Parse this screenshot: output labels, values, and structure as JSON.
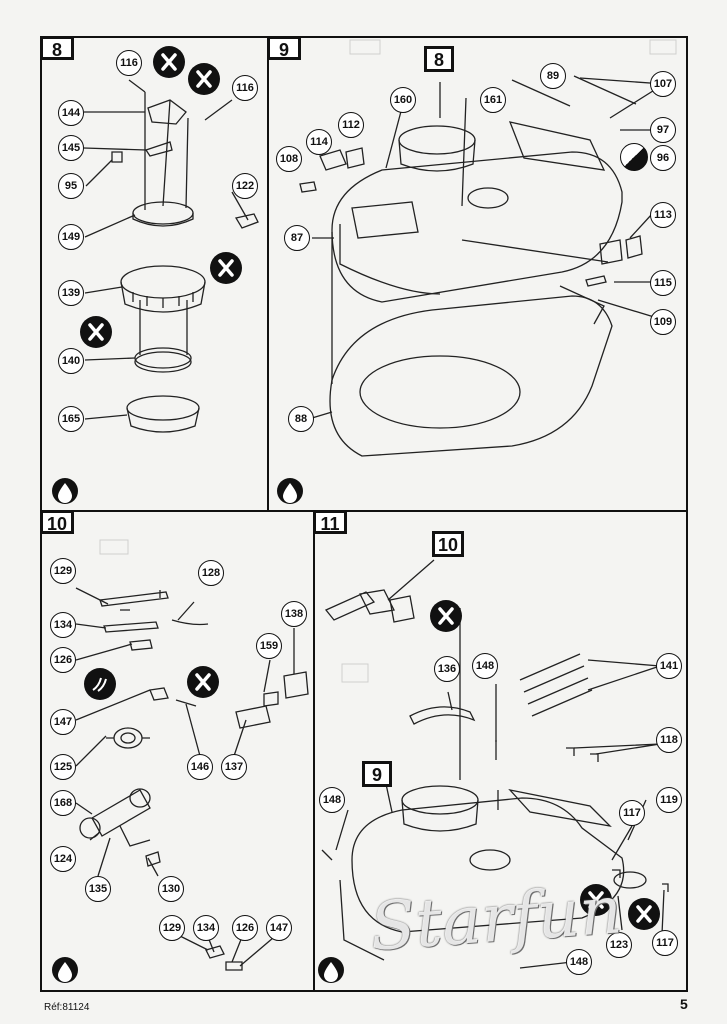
{
  "steps": {
    "s8": {
      "label": "8",
      "callouts": [
        "116",
        "116",
        "144",
        "145",
        "95",
        "122",
        "149",
        "139",
        "140",
        "165"
      ]
    },
    "s9": {
      "label": "9",
      "ref": "8",
      "callouts": [
        "89",
        "107",
        "160",
        "161",
        "112",
        "114",
        "108",
        "97",
        "96",
        "113",
        "87",
        "115",
        "109",
        "88"
      ]
    },
    "s10": {
      "label": "10",
      "callouts": [
        "129",
        "128",
        "134",
        "138",
        "126",
        "159",
        "147",
        "146",
        "137",
        "125",
        "168",
        "124",
        "135",
        "130",
        "129",
        "134",
        "126",
        "147"
      ]
    },
    "s11": {
      "label": "11",
      "ref_top": "10",
      "ref_mid": "9",
      "callouts": [
        "136",
        "148",
        "141",
        "118",
        "148",
        "119",
        "117",
        "123",
        "117",
        "148"
      ]
    }
  },
  "footer": {
    "ref": "Réf:81124",
    "page": "5"
  },
  "watermark": "Starfun"
}
